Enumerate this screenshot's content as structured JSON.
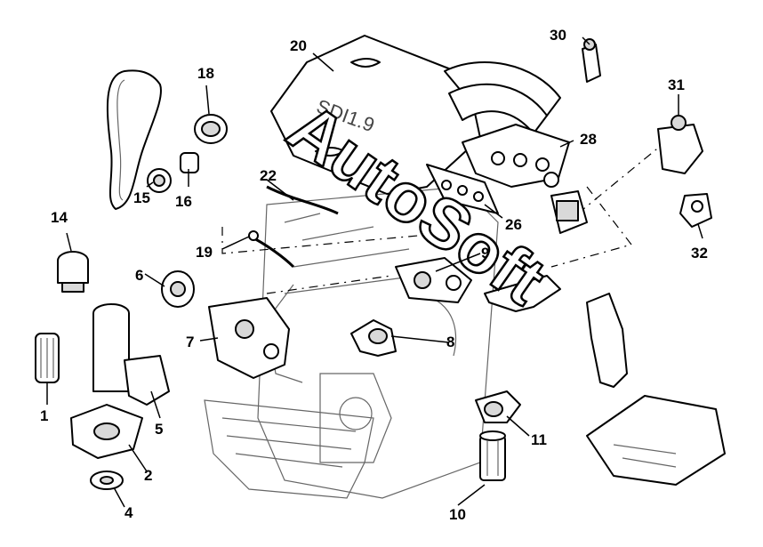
{
  "diagram": {
    "cover_marking": "SDI1.9",
    "watermark": "AutoSoft",
    "callouts": [
      "1",
      "2",
      "4",
      "5",
      "6",
      "7",
      "8",
      "9",
      "10",
      "11",
      "14",
      "15",
      "16",
      "18",
      "19",
      "20",
      "22",
      "26",
      "28",
      "30",
      "31",
      "32"
    ]
  }
}
